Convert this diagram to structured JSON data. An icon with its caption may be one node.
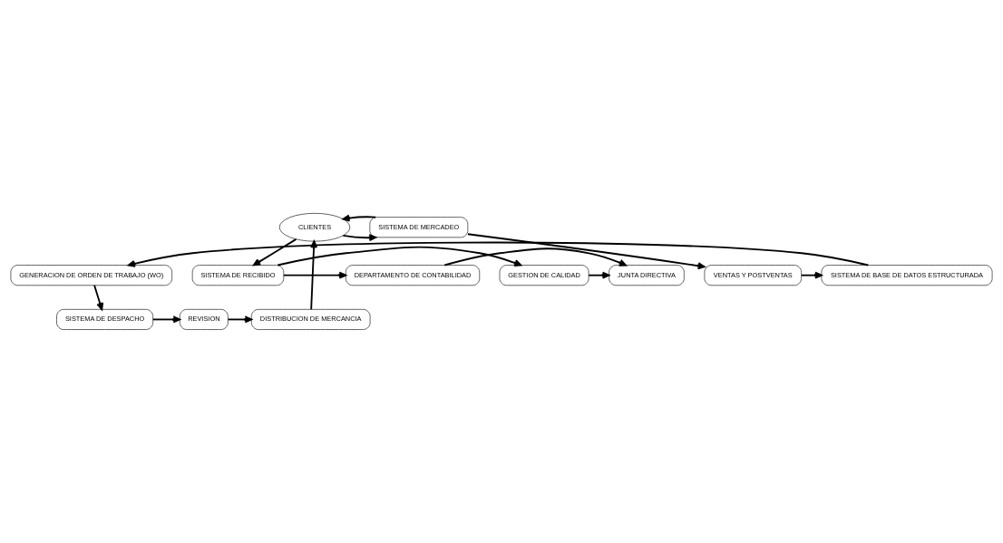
{
  "diagram": {
    "nodes": [
      {
        "text": [
          "CLIENTES"
        ]
      },
      {
        "text": [
          "SISTEMA DE MERCADEO"
        ]
      },
      {
        "text": [
          "VENTAS Y POSTVENTAS"
        ]
      },
      {
        "text": [
          "SISTEMA DE BASE DE DATOS ESTRUCTURADA"
        ]
      },
      {
        "text": [
          "GENERACION DE ORDEN DE TRABAJO (WO)"
        ]
      },
      {
        "text": [
          "SISTEMA DE DESPACHO"
        ]
      },
      {
        "text": [
          "REVISION"
        ]
      },
      {
        "text": [
          "DISTRIBUCION DE MERCANCIA"
        ]
      },
      {
        "text": [
          "SISTEMA DE RECIBIDO"
        ]
      },
      {
        "text": [
          "GESTION DE CALIDAD"
        ]
      },
      {
        "text": [
          "DEPARTAMENTO DE CONTABILIDAD"
        ]
      },
      {
        "text": [
          "JUNTA DIRECTIVA"
        ]
      }
    ],
    "edges": [
      {
        "from": 0,
        "to": 1,
        "arrow": "to"
      },
      {
        "from": 1,
        "to": 0,
        "arrow": "to"
      },
      {
        "from": 1,
        "to": 2,
        "arrow": "to"
      },
      {
        "from": 2,
        "to": 3,
        "arrow": "to"
      },
      {
        "from": 3,
        "to": 4,
        "arrow": "to"
      },
      {
        "from": 4,
        "to": 5,
        "arrow": "to"
      },
      {
        "from": 5,
        "to": 6,
        "arrow": "to"
      },
      {
        "from": 6,
        "to": 7,
        "arrow": "to"
      },
      {
        "from": 7,
        "to": 0,
        "arrow": "to"
      },
      {
        "from": 0,
        "to": 8,
        "arrow": "to"
      },
      {
        "from": 8,
        "to": 9,
        "arrow": "to"
      },
      {
        "from": 8,
        "to": 10,
        "arrow": "to"
      },
      {
        "from": 9,
        "to": 11,
        "arrow": "to"
      },
      {
        "from": 10,
        "to": 11,
        "arrow": "to"
      }
    ]
  }
}
